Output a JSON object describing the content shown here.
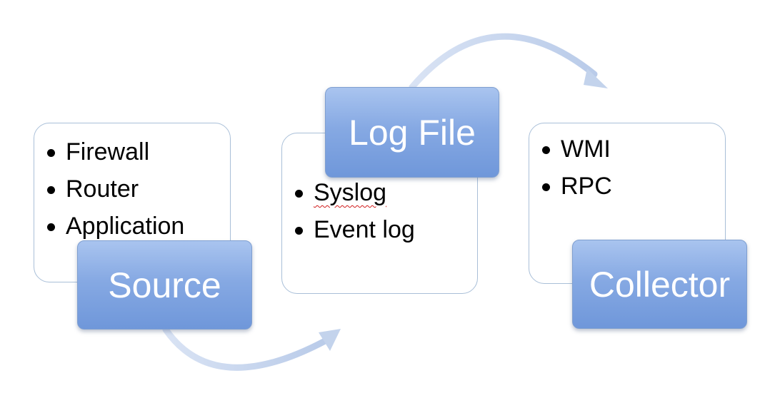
{
  "steps": [
    {
      "label": "Source",
      "items": [
        "Firewall",
        "Router",
        "Application"
      ]
    },
    {
      "label": "Log File",
      "items": [
        "Syslog",
        "Event log"
      ]
    },
    {
      "label": "Collector",
      "items": [
        "WMI",
        "RPC"
      ]
    }
  ],
  "colors": {
    "label_fill_top": "#a9c4ef",
    "label_fill_bottom": "#6f97da",
    "card_border": "#a9bfd8",
    "arrow": "#c6d4ec"
  }
}
